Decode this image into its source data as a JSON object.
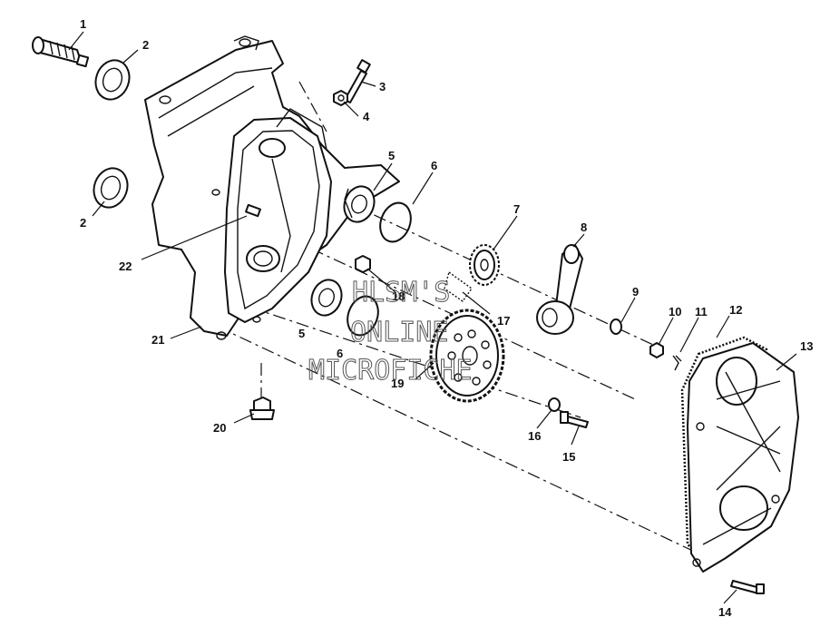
{
  "watermark": {
    "line1": "HLSM'S",
    "line2": "ONLINE",
    "line3": "MICROFICHE"
  },
  "callouts": [
    {
      "id": "c1",
      "label": "1"
    },
    {
      "id": "c2a",
      "label": "2"
    },
    {
      "id": "c2b",
      "label": "2"
    },
    {
      "id": "c3",
      "label": "3"
    },
    {
      "id": "c4",
      "label": "4"
    },
    {
      "id": "c5a",
      "label": "5"
    },
    {
      "id": "c5b",
      "label": "5"
    },
    {
      "id": "c6a",
      "label": "6"
    },
    {
      "id": "c6b",
      "label": "6"
    },
    {
      "id": "c7",
      "label": "7"
    },
    {
      "id": "c8",
      "label": "8"
    },
    {
      "id": "c9",
      "label": "9"
    },
    {
      "id": "c10",
      "label": "10"
    },
    {
      "id": "c11",
      "label": "11"
    },
    {
      "id": "c12",
      "label": "12"
    },
    {
      "id": "c13",
      "label": "13"
    },
    {
      "id": "c14",
      "label": "14"
    },
    {
      "id": "c15",
      "label": "15"
    },
    {
      "id": "c16",
      "label": "16"
    },
    {
      "id": "c17",
      "label": "17"
    },
    {
      "id": "c18",
      "label": "18"
    },
    {
      "id": "c19",
      "label": "19"
    },
    {
      "id": "c20",
      "label": "20"
    },
    {
      "id": "c21",
      "label": "21"
    },
    {
      "id": "c22",
      "label": "22"
    }
  ]
}
